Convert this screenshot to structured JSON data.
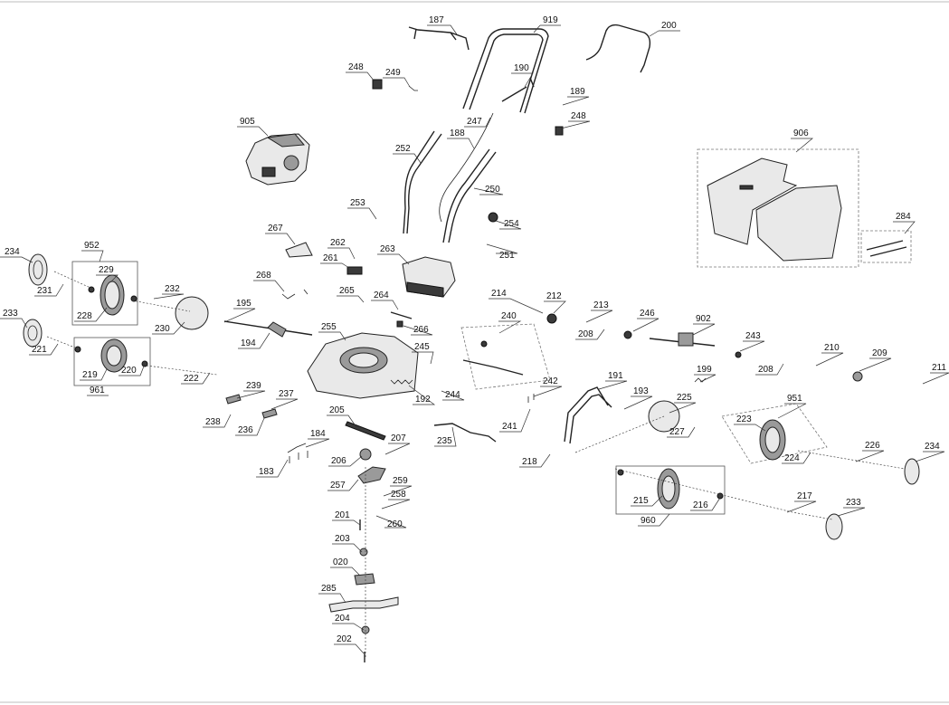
{
  "diagram": {
    "background": "#ffffff",
    "labels": {
      "p187": "187",
      "p919": "919",
      "p200": "200",
      "p248a": "248",
      "p249": "249",
      "p190": "190",
      "p189": "189",
      "p248b": "248",
      "p247": "247",
      "p905": "905",
      "p188": "188",
      "p252": "252",
      "p250": "250",
      "p253": "253",
      "p254": "254",
      "p251": "251",
      "p906": "906",
      "p284": "284",
      "p234a": "234",
      "p952": "952",
      "p229": "229",
      "p231": "231",
      "p228": "228",
      "p232": "232",
      "p230": "230",
      "p233a": "233",
      "p221": "221",
      "p219": "219",
      "p220": "220",
      "p961": "961",
      "p222": "222",
      "p267": "267",
      "p262": "262",
      "p263": "263",
      "p261": "261",
      "p268": "268",
      "p265": "265",
      "p264": "264",
      "p266": "266",
      "p195": "195",
      "p194": "194",
      "p255": "255",
      "p245": "245",
      "p244": "244",
      "p192": "192",
      "p214": "214",
      "p212": "212",
      "p240": "240",
      "p242": "242",
      "p241": "241",
      "p213": "213",
      "p208a": "208",
      "p246": "246",
      "p902": "902",
      "p243": "243",
      "p208b": "208",
      "p210": "210",
      "p209": "209",
      "p211": "211",
      "p199": "199",
      "p239": "239",
      "p237": "237",
      "p238": "238",
      "p236": "236",
      "p205": "205",
      "p184": "184",
      "p183": "183",
      "p207": "207",
      "p206": "206",
      "p257": "257",
      "p259": "259",
      "p258": "258",
      "p201": "201",
      "p260": "260",
      "p203": "203",
      "p020": "020",
      "p285": "285",
      "p204": "204",
      "p202": "202",
      "p235": "235",
      "p191": "191",
      "p193": "193",
      "p225": "225",
      "p227": "227",
      "p218": "218",
      "p951": "951",
      "p223": "223",
      "p224": "224",
      "p226": "226",
      "p234b": "234",
      "p215": "215",
      "p216": "216",
      "p960": "960",
      "p217": "217",
      "p233b": "233"
    }
  }
}
